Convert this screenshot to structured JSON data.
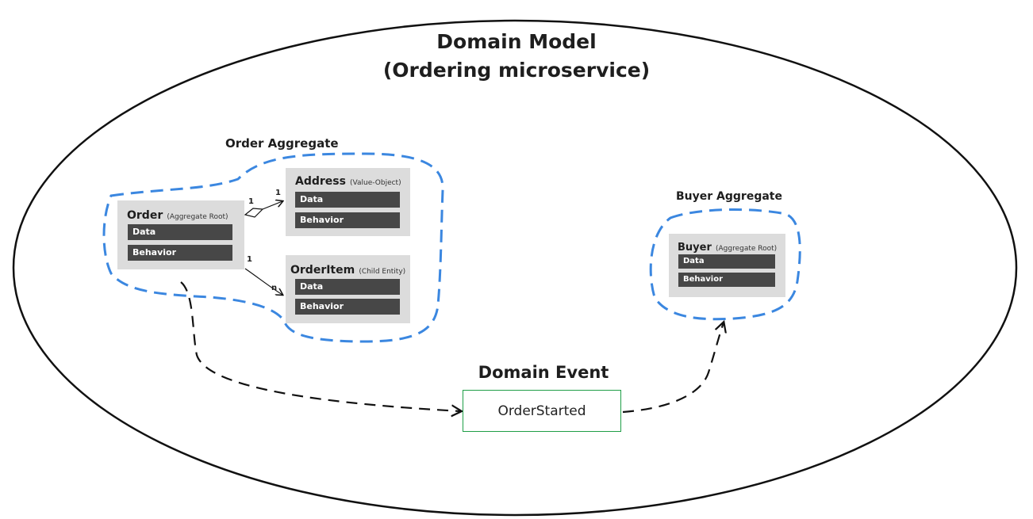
{
  "diagram": {
    "title_line1": "Domain Model",
    "title_line2": "(Ordering microservice)",
    "order_aggregate": {
      "label": "Order Aggregate",
      "order": {
        "name": "Order",
        "role": "(Aggregate Root)",
        "data_label": "Data",
        "behavior_label": "Behavior"
      },
      "address": {
        "name": "Address",
        "role": "(Value-Object)",
        "data_label": "Data",
        "behavior_label": "Behavior"
      },
      "order_item": {
        "name": "OrderItem",
        "role": "(Child Entity)",
        "data_label": "Data",
        "behavior_label": "Behavior"
      },
      "relations": {
        "order_address_from": "1",
        "order_address_to": "1",
        "order_item_from": "1",
        "order_item_to": "n"
      }
    },
    "buyer_aggregate": {
      "label": "Buyer Aggregate",
      "buyer": {
        "name": "Buyer",
        "role": "(Aggregate Root)",
        "data_label": "Data",
        "behavior_label": "Behavior"
      }
    },
    "domain_event": {
      "label": "Domain Event",
      "name": "OrderStarted"
    },
    "colors": {
      "aggregate_boundary": "#3b87e0",
      "event_border": "#1e9e46",
      "card_fill": "#dcdcdc",
      "bar_fill": "#474747"
    }
  }
}
